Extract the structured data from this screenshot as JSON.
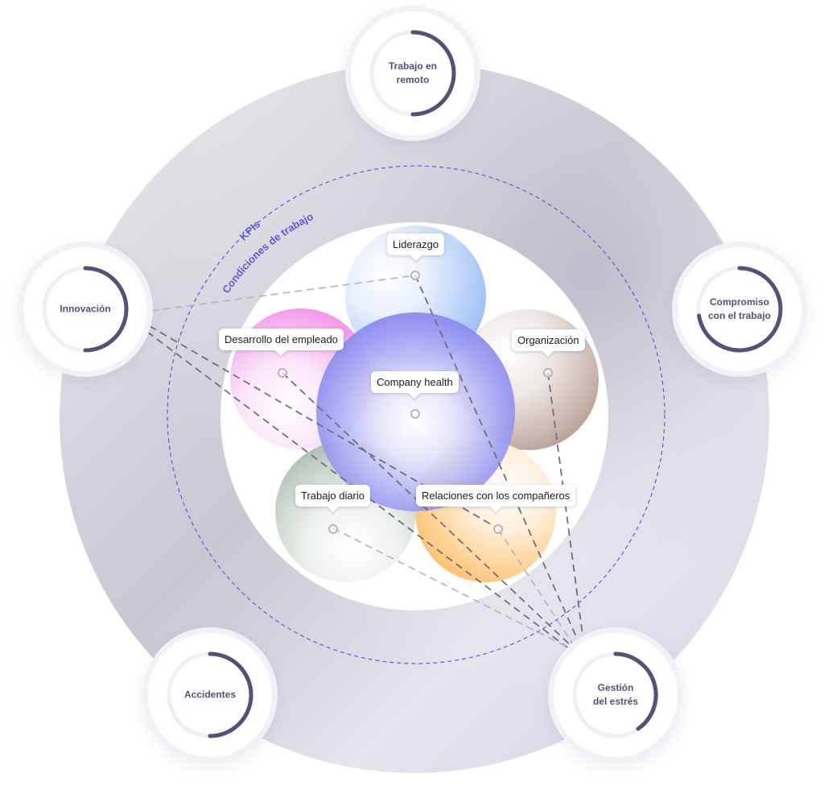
{
  "curve_labels": {
    "kpis": "KPIs",
    "conditions": "Condiciones de trabajo"
  },
  "center": {
    "label": "Company health"
  },
  "conditions": [
    {
      "key": "liderazgo",
      "label": "Liderazgo"
    },
    {
      "key": "desarrollo",
      "label": "Desarrollo del empleado"
    },
    {
      "key": "organizacion",
      "label": "Organización"
    },
    {
      "key": "trabajo-diario",
      "label": "Trabajo diario"
    },
    {
      "key": "relaciones",
      "label": "Relaciones con los compañeros"
    }
  ],
  "kpis": [
    {
      "key": "trabajo-remoto",
      "lines": [
        "Trabajo en",
        "remoto"
      ]
    },
    {
      "key": "innovacion",
      "lines": [
        "Innovación"
      ]
    },
    {
      "key": "compromiso",
      "lines": [
        "Compromiso",
        "con el trabajo"
      ]
    },
    {
      "key": "accidentes",
      "lines": [
        "Accidentes"
      ]
    },
    {
      "key": "gestion-estres",
      "lines": [
        "Gestión",
        "del estrés"
      ]
    }
  ],
  "colors": {
    "ring_dark": "#55507a",
    "ring_track": "#f0eff4",
    "dashed_circle": "#5b5ce0",
    "connector_dark": "#707078",
    "connector_light": "#c2c2c8",
    "liderazgo": "#7fb0f5",
    "desarrollo": "#ef80e6",
    "organizacion": "#a88b80",
    "trabajo_diario": "#a3b5a6",
    "relaciones": "#ffb860",
    "company_health": "#5c5ce8"
  }
}
